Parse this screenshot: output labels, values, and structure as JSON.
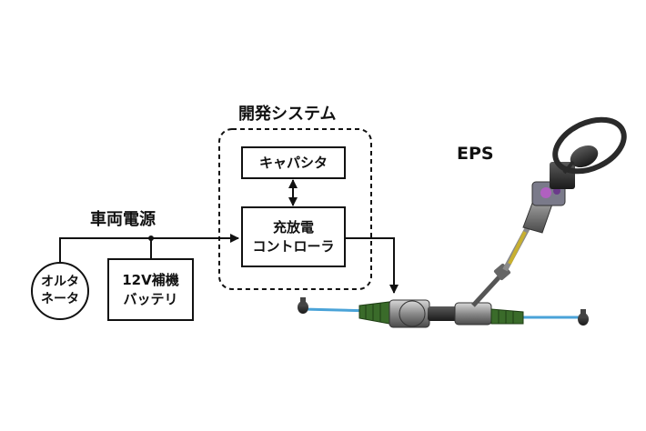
{
  "title": "開発システム",
  "eps_label": "EPS",
  "vehicle_power_label": "車両電源",
  "blocks": {
    "capacitor": "キャパシタ",
    "controller_line1": "充放電",
    "controller_line2": "コントローラ",
    "alternator_line1": "オルタ",
    "alternator_line2": "ネータ",
    "battery_line1": "12V補機",
    "battery_line2": "バッテリ"
  }
}
